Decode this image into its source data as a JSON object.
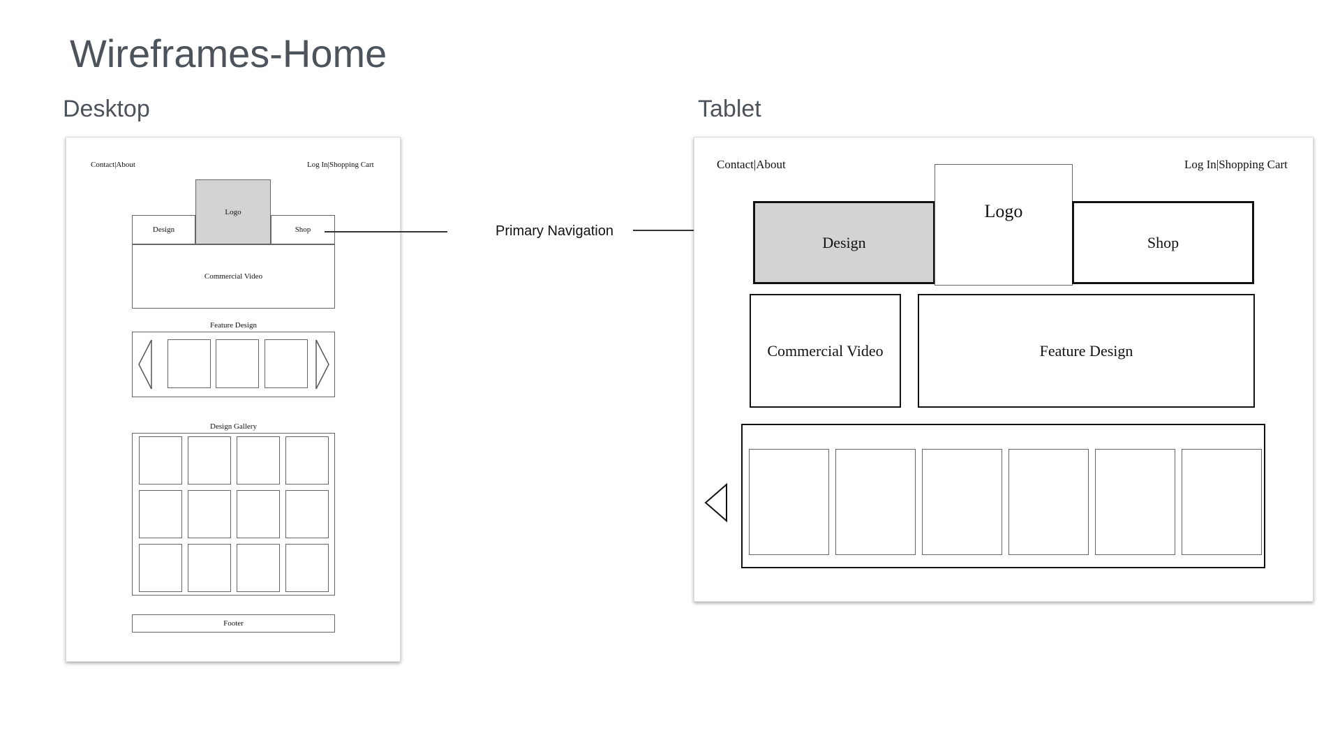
{
  "page": {
    "title": "Wireframes-Home"
  },
  "annotation": {
    "label": "Primary Navigation"
  },
  "desktop": {
    "label": "Desktop",
    "utility_left": "Contact|About",
    "utility_right": "Log In|Shopping Cart",
    "nav": {
      "design": "Design",
      "logo": "Logo",
      "shop": "Shop"
    },
    "commercial_video": "Commercial Video",
    "feature_design_title": "Feature Design",
    "gallery_title": "Design Gallery",
    "footer": "Footer"
  },
  "tablet": {
    "label": "Tablet",
    "utility_left": "Contact|About",
    "utility_right": "Log In|Shopping Cart",
    "nav": {
      "design": "Design",
      "logo": "Logo",
      "shop": "Shop"
    },
    "commercial_video": "Commercial Video",
    "feature_design": "Feature Design"
  }
}
